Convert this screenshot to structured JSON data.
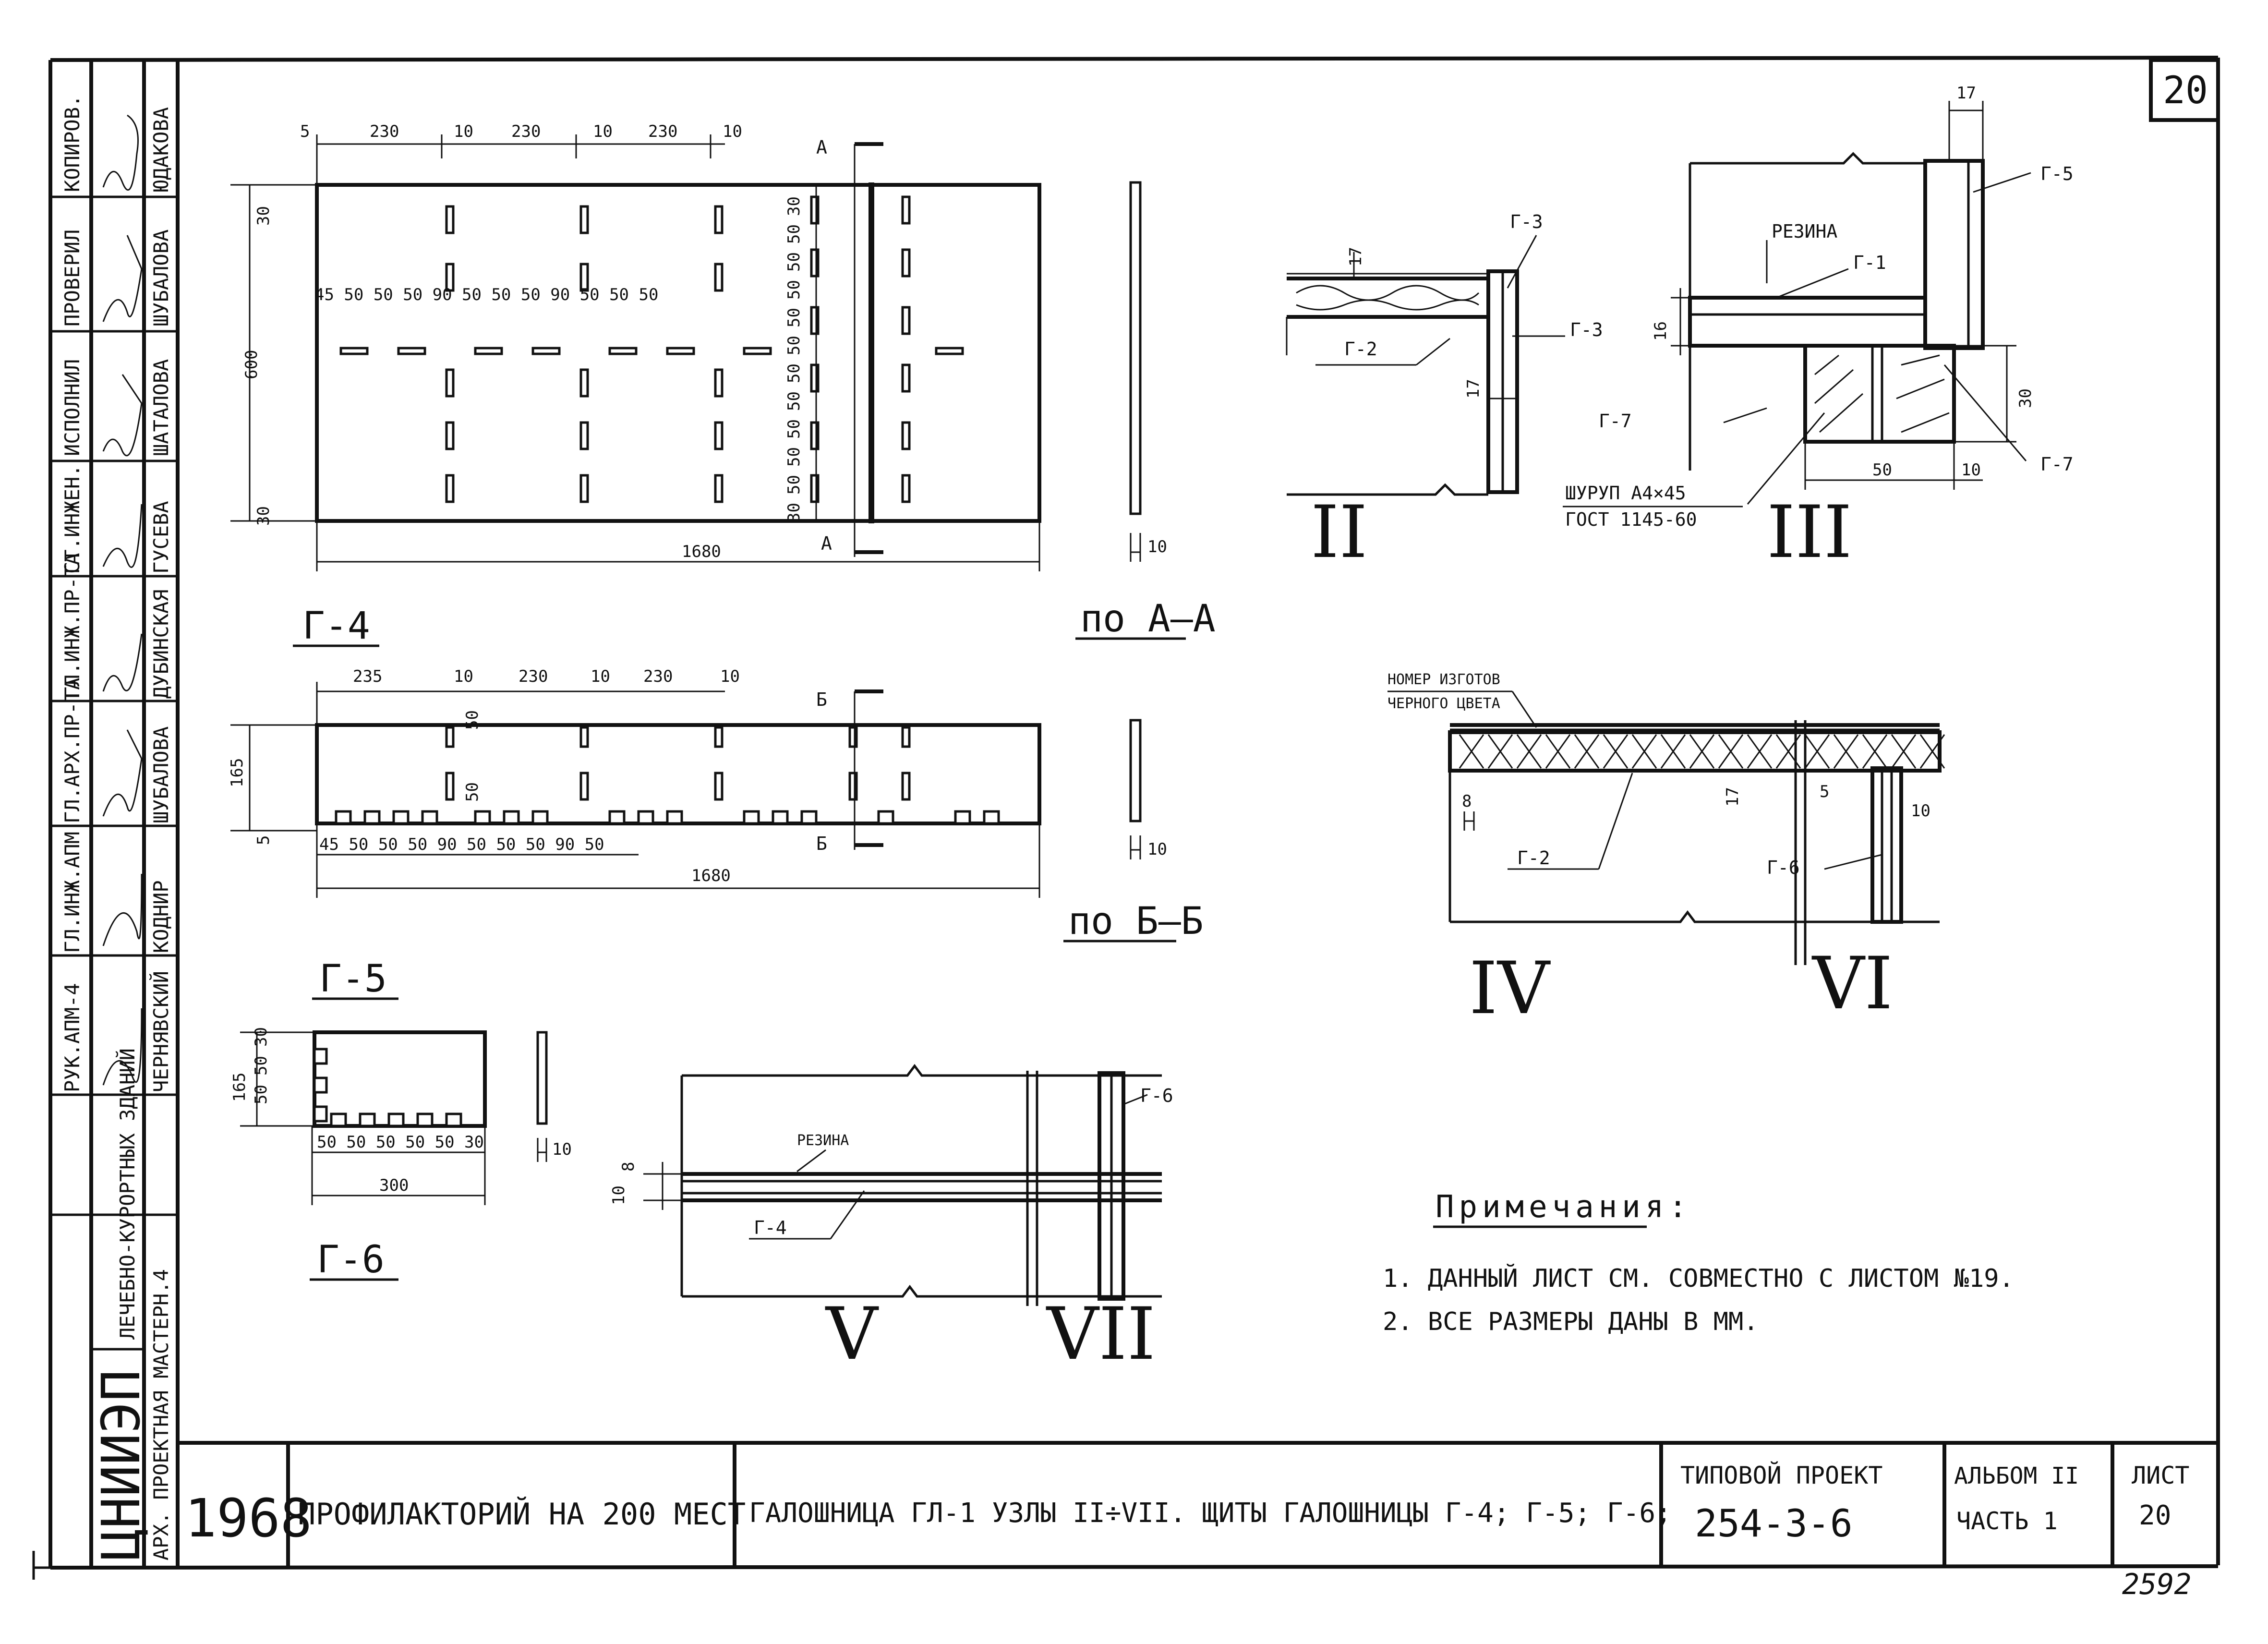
{
  "sheet_number": "20",
  "stamp": {
    "roles": [
      "КОПИРОВ.",
      "ПРОВЕРИЛ",
      "ИСПОЛНИЛ",
      "СТ.ИНЖЕН.",
      "ГЛ.ИНЖ.ПР-ТА",
      "ГЛ.АРХ.ПР-ТА",
      "ГЛ.ИНЖ.АПМ",
      "РУК.АПМ-4"
    ],
    "names": [
      "ЮДАКОВА",
      "ШУБАЛОВА",
      "ШАТАЛОВА",
      "ГУСЕВА",
      "ДУБИНСКАЯ",
      "ШУБАЛОВА",
      "КОДНИР",
      "ЧЕРНЯВСКИЙ"
    ],
    "institute": "ЦНИИЭП",
    "institute_sub": "ЛЕЧЕБНО-КУРОРТНЫХ ЗДАНИЙ",
    "workshop": "АРХ. ПРОЕКТНАЯ МАСТЕРН.4",
    "year": "1968",
    "object": "ПРОФИЛАКТОРИЙ НА 200 МЕСТ",
    "title": "ГАЛОШНИЦА ГЛ-1  УЗЛЫ II÷VII. ЩИТЫ ГАЛОШНИЦЫ Г-4; Г-5; Г-6;",
    "project_label": "ТИПОВОЙ ПРОЕКТ",
    "project_no": "254-3-6",
    "album_label": "АЛЬБОМ II",
    "part_label": "ЧАСТЬ 1",
    "sheet_label": "ЛИСТ",
    "sheet_no": "20",
    "corner_note": "2592"
  },
  "panel_g4": {
    "label": "Г-4",
    "top_dims": [
      "5",
      "230",
      "10",
      "230",
      "10",
      "230",
      "10"
    ],
    "inner_dims": "45 50 50 50  90 50 50 50  90 50 50 50",
    "height": "600",
    "edge": "30",
    "width": "1680",
    "right_dims": [
      "30",
      "50",
      "50",
      "50",
      "50",
      "50",
      "50",
      "50",
      "50",
      "50",
      "50",
      "30"
    ],
    "section_mark": "А",
    "section_label": "по А–А",
    "thickness": "10"
  },
  "panel_g4b": {
    "top_dims": [
      "235",
      "10",
      "230",
      "10",
      "230",
      "10"
    ],
    "height": "165",
    "slot_dims": [
      "50",
      "50"
    ],
    "bottom_dims": "45 50 50 50  90  50 50 50  90  50",
    "bottom_small": "5",
    "width": "1680",
    "section_mark": "Б",
    "section_label": "по Б–Б",
    "thickness": "10"
  },
  "panel_g5": {
    "label": "Г-5",
    "height": "165",
    "side_dims": [
      "30",
      "50",
      "50"
    ],
    "bottom_dims": "50 50 50 50 50 30",
    "width": "300",
    "thickness": "10"
  },
  "panel_g6": {
    "label": "Г-6"
  },
  "node_II": {
    "roman": "II",
    "labels": [
      "Г-3",
      "Г-3",
      "Г-2"
    ],
    "dims": [
      "17",
      "17"
    ]
  },
  "node_III": {
    "roman": "III",
    "labels": [
      "Г-5",
      "РЕЗИНА",
      "Г-1",
      "Г-7",
      "Г-7"
    ],
    "dims": [
      "17",
      "16",
      "30",
      "50",
      "10"
    ],
    "screw": "ШУРУП А4×45",
    "gost": "ГОСТ 1145-60"
  },
  "node_IV": {
    "roman": "IV",
    "note": "НОМЕР ИЗГОТОВ",
    "note2": "ЧЕРНОГО ЦВЕТА",
    "labels": [
      "Г-2"
    ],
    "dims": [
      "8",
      "17"
    ]
  },
  "node_VI": {
    "roman": "VI",
    "labels": [
      "Г-6"
    ],
    "dims": [
      "5",
      "10"
    ]
  },
  "node_V": {
    "roman": "V",
    "labels": [
      "РЕЗИНА",
      "Г-4"
    ],
    "dims": [
      "10",
      "8"
    ]
  },
  "node_VII": {
    "roman": "VII",
    "labels": [
      "Г-6"
    ]
  },
  "notes": {
    "heading": "Примечания:",
    "items": [
      "1. ДАННЫЙ ЛИСТ СМ. СОВМЕСТНО С ЛИСТОМ №19.",
      "2. ВСЕ РАЗМЕРЫ ДАНЫ В ММ."
    ]
  }
}
